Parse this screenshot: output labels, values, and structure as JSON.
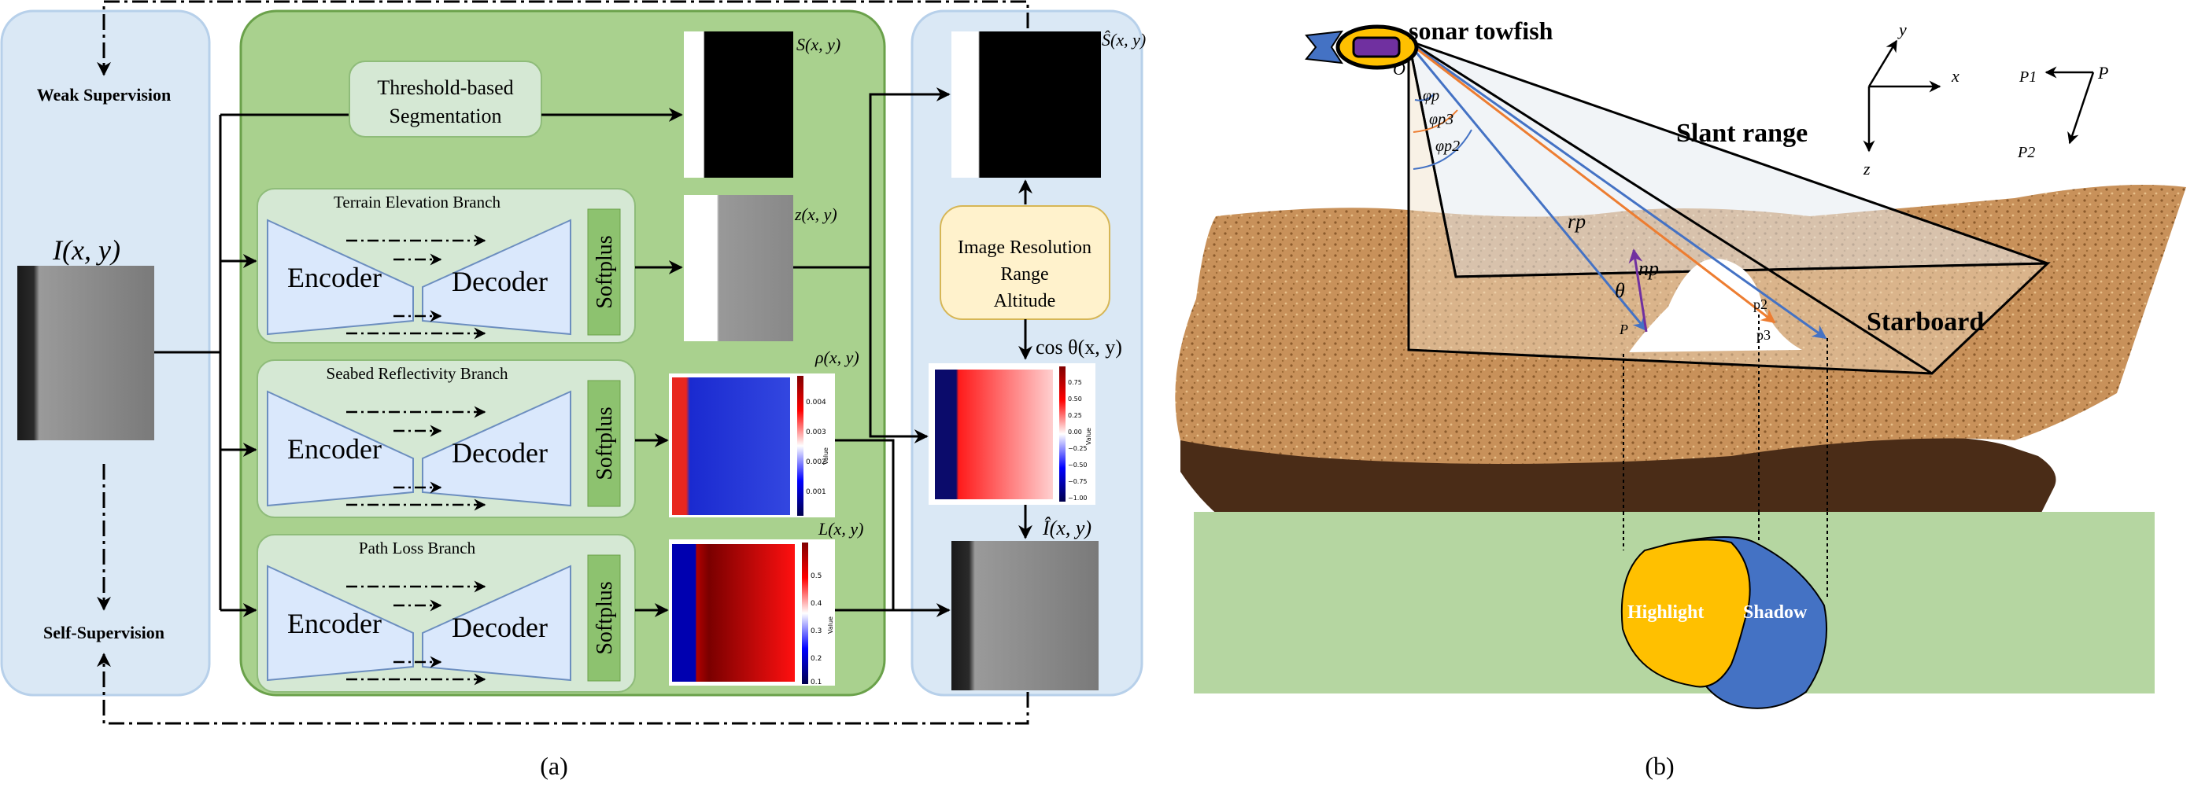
{
  "panel_a": {
    "caption": "(a)",
    "weak_supervision": "Weak Supervision",
    "self_supervision": "Self-Supervision",
    "input_label": "I(x, y)",
    "threshold_box": [
      "Threshold-based",
      "Segmentation"
    ],
    "branches": [
      {
        "title": "Terrain Elevation Branch",
        "encoder": "Encoder",
        "decoder": "Decoder",
        "activation": "Softplus",
        "output_label": "z(x, y)"
      },
      {
        "title": "Seabed Reflectivity Branch",
        "encoder": "Encoder",
        "decoder": "Decoder",
        "activation": "Softplus",
        "output_label": "ρ(x, y)"
      },
      {
        "title": "Path Loss Branch",
        "encoder": "Encoder",
        "decoder": "Decoder",
        "activation": "Softplus",
        "output_label": "L(x, y)"
      }
    ],
    "segmentation_label": "S(x, y)",
    "pred_segmentation_label": "Ŝ(x, y)",
    "geometry_box": [
      "Image Resolution",
      "Range",
      "Altitude"
    ],
    "cos_label": "cos θ(x, y)",
    "recon_label": "Î(x, y)",
    "colorbar_axis_label": "Value",
    "rho_ticks": [
      "0.004",
      "0.003",
      "0.002",
      "0.001"
    ],
    "cos_ticks": [
      "0.75",
      "0.50",
      "0.25",
      "0.00",
      "−0.25",
      "−0.50",
      "−0.75",
      "−1.00"
    ],
    "L_ticks": [
      "0.5",
      "0.4",
      "0.3",
      "0.2",
      "0.1"
    ]
  },
  "panel_b": {
    "caption": "(b)",
    "towfish": "sonar towfish",
    "slant_range": "Slant range",
    "starboard": "Starboard",
    "origin": "O",
    "phi_p": "φp",
    "phi_p3": "φp3",
    "phi_p2": "φp2",
    "r_p": "rp",
    "n_p": "np",
    "theta": "θ",
    "point_p": "P",
    "point_p2": "p2",
    "point_p3": "p3",
    "axes": {
      "x": "x",
      "y": "y",
      "z": "z"
    },
    "vec_P": "P",
    "vec_P1": "P1",
    "vec_P2": "P2",
    "highlight": "Highlight",
    "shadow": "Shadow"
  },
  "colors": {
    "blue_panel": "#dae8f5",
    "green_panel": "#a9d18e",
    "branch_box": "#d5e8d4",
    "trapezoid": "#dae8fc",
    "geometry_box": "#fff2cc",
    "highlight": "#ffc000",
    "shadow": "#4472c4",
    "sand": "#c8915a"
  }
}
